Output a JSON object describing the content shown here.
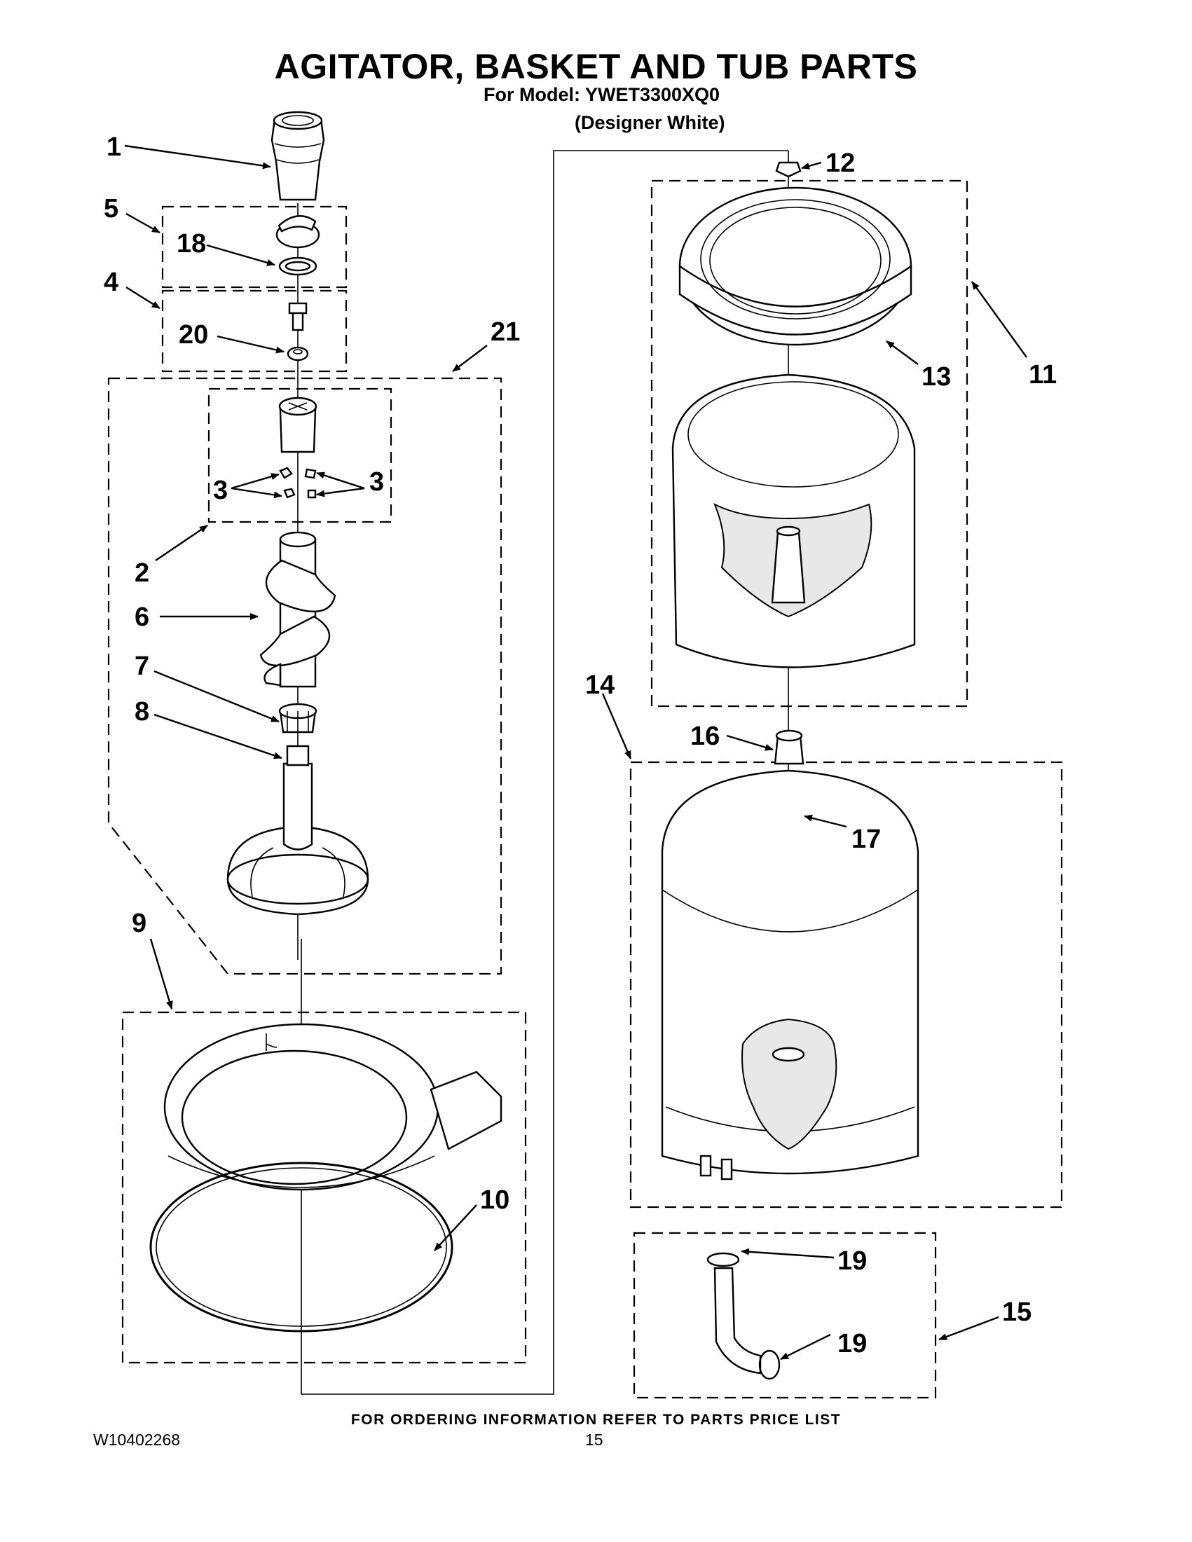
{
  "header": {
    "title": "AGITATOR, BASKET AND TUB PARTS",
    "model_line": "For Model: YWET3300XQ0",
    "variant": "(Designer White)"
  },
  "callouts": {
    "c1": "1",
    "c2": "2",
    "c3a": "3",
    "c3b": "3",
    "c4": "4",
    "c5": "5",
    "c6": "6",
    "c7": "7",
    "c8": "8",
    "c9": "9",
    "c10": "10",
    "c11": "11",
    "c12": "12",
    "c13": "13",
    "c14": "14",
    "c15": "15",
    "c16": "16",
    "c17": "17",
    "c18": "18",
    "c19a": "19",
    "c19b": "19",
    "c20": "20",
    "c21": "21"
  },
  "footer": {
    "ordering_note": "FOR ORDERING INFORMATION REFER TO PARTS PRICE LIST",
    "document_number": "W10402268",
    "page_number": "15"
  }
}
